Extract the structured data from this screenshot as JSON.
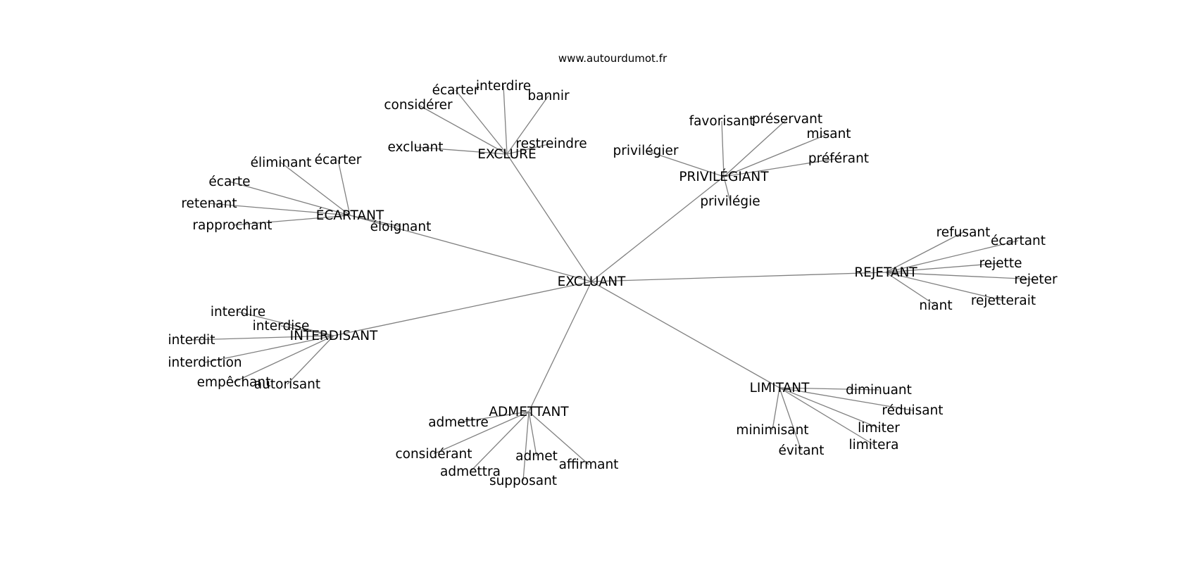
{
  "source": "www.autourdumot.fr",
  "center": "EXCLUANT",
  "clusters": [
    {
      "hub": "EXCLURE",
      "words": [
        "excluant",
        "considérer",
        "écarter",
        "interdire",
        "bannir",
        "restreindre"
      ]
    },
    {
      "hub": "ÉCARTANT",
      "words": [
        "éliminant",
        "écarter",
        "écarte",
        "retenant",
        "rapprochant",
        "éloignant"
      ]
    },
    {
      "hub": "PRIVILÉGIANT",
      "words": [
        "favorisant",
        "préservant",
        "misant",
        "préférant",
        "privilégier",
        "privilégie"
      ]
    },
    {
      "hub": "REJETANT",
      "words": [
        "refusant",
        "écartant",
        "rejette",
        "rejeter",
        "rejetterait",
        "niant"
      ]
    },
    {
      "hub": "INTERDISANT",
      "words": [
        "interdire",
        "interdise",
        "interdit",
        "interdiction",
        "empêchant",
        "autorisant"
      ]
    },
    {
      "hub": "ADMETTANT",
      "words": [
        "admettre",
        "considérant",
        "admettra",
        "supposant",
        "admet",
        "affirmant"
      ]
    },
    {
      "hub": "LIMITANT",
      "words": [
        "diminuant",
        "réduisant",
        "limiter",
        "limitera",
        "évitant",
        "minimisant"
      ]
    }
  ]
}
